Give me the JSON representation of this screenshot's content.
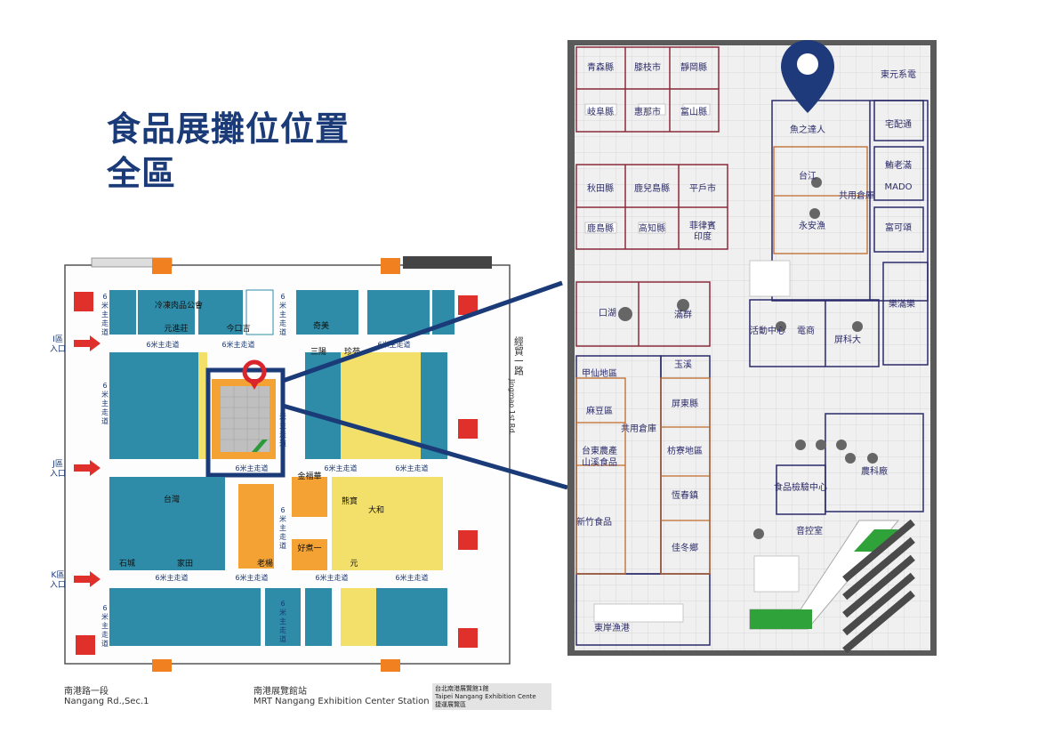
{
  "title": {
    "line1": "食品展攤位位置",
    "line2": "全區"
  },
  "overview_map": {
    "aisle_label": "6米主走道",
    "vertical_aisle": [
      "6",
      "米",
      "主",
      "走",
      "道"
    ],
    "entrances": [
      {
        "name": "I區",
        "sub": "入口"
      },
      {
        "name": "J區",
        "sub": "入口"
      },
      {
        "name": "K區",
        "sub": "入口"
      }
    ],
    "road_right": {
      "zh": "經貿一路",
      "en": "Jingmao 1st Rd."
    },
    "booths": [
      "冷凍肉品公會",
      "元進莊",
      "奇美",
      "珍苑",
      "三陽",
      "今口吉",
      "金福華",
      "好煮一",
      "石城",
      "家田",
      "老楊",
      "熊寶",
      "台灣",
      "元",
      "大和"
    ],
    "bottom_road": {
      "zh": "南港路一段",
      "en": "Nangang Rd.,Sec.1"
    },
    "station": {
      "zh": "南港展覽館站",
      "en": "MRT Nangang Exhibition Center Station"
    },
    "hall": {
      "zh": "台北南港展覽館1館",
      "en": "Taipei Nangang Exhibition Cente",
      "sub": "捷運展覽區"
    },
    "marker_color": "#d9262c",
    "highlight_color": "#f3a233"
  },
  "detail_map": {
    "prefectures_top": [
      "青森縣",
      "膝枝市",
      "靜岡縣",
      "岐阜縣",
      "惠那市",
      "富山縣"
    ],
    "prefectures_mid": [
      "秋田縣",
      "鹿兒島縣",
      "平戶市",
      "鹿島縣",
      "高知縣",
      "菲律賓",
      "印度"
    ],
    "right_top": [
      "東元系電",
      "宅配通",
      "魚之達人",
      "台江",
      "共用倉庫",
      "鮪老滿",
      "MADO",
      "永安漁",
      "富可頌"
    ],
    "middle": [
      "口湖",
      "滿群",
      "活動中心",
      "電商",
      "屏科大",
      "樂滿樂",
      "玉溪"
    ],
    "left_column": [
      "甲仙地區",
      "麻豆區",
      "台東農產",
      "山溪食品",
      "共用倉庫",
      "屏東縣",
      "枋寮地區",
      "恆春鎮",
      "新竹食品",
      "佳冬鄉",
      "東岸漁港"
    ],
    "right_lower": [
      "農科廠",
      "食品檢驗中心",
      "音控室"
    ],
    "marker_color": "#1f3a7a"
  },
  "colors": {
    "title": "#1a3a78",
    "connector": "#1a3a78",
    "booth_teal": "#2e8ca8",
    "booth_yellow": "#f2e06b",
    "booth_orange": "#f3a233",
    "arrow_red": "#e0302c"
  }
}
